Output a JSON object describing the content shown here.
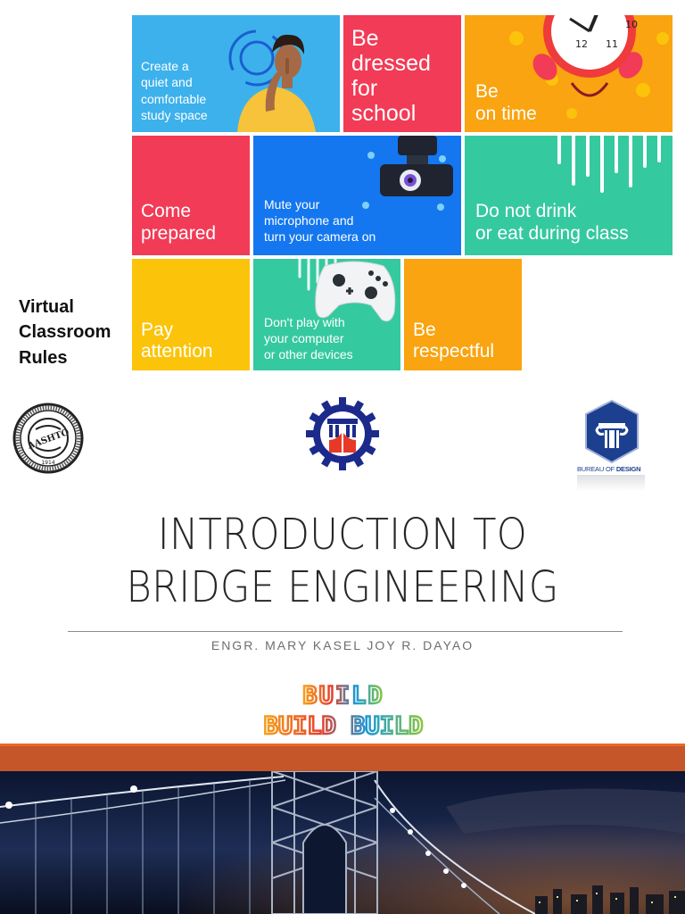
{
  "rules": {
    "heading": "Virtual\nClassroom\nRules",
    "tiles": [
      {
        "text": "Create a\nquiet and\ncomfortable\nstudy space"
      },
      {
        "text": "Be\ndressed\nfor\nschool"
      },
      {
        "text": "Be\non time"
      },
      {
        "text": "Come\nprepared"
      },
      {
        "text": "Mute your\nmicrophone and\nturn your camera on"
      },
      {
        "text": "Do not drink\nor eat during class"
      },
      {
        "text": "Pay\nattention"
      },
      {
        "text": "Don't play with\nyour computer\nor other devices"
      },
      {
        "text": "Be\nrespectful"
      }
    ]
  },
  "logos": {
    "aashto": {
      "text": "AASHTO",
      "year": "1914"
    },
    "bureau": {
      "text_light": "BUREAU OF ",
      "text_bold": "DESIGN"
    },
    "build": {
      "line1": "BUILD",
      "line2": "BUILD BUILD"
    }
  },
  "title": "INTRODUCTION TO\nBRIDGE ENGINEERING",
  "author": "ENGR. MARY KASEL JOY R. DAYAO",
  "colors": {
    "blue_light": "#3db1ec",
    "red": "#f23b56",
    "orange": "#f9a410",
    "blue": "#1477f0",
    "teal": "#35c99f",
    "yellow": "#fbc40b",
    "bar": "#c4562a"
  }
}
